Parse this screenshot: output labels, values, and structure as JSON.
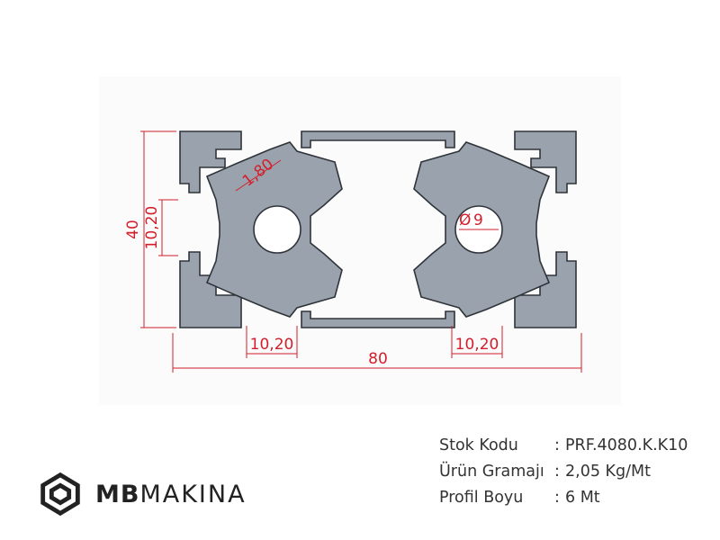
{
  "drawing": {
    "dim_width": "80",
    "dim_height": "40",
    "dim_slot_left": "10,20",
    "dim_slot_bottom_left": "10,20",
    "dim_slot_bottom_right": "10,20",
    "dim_wall": "1,80",
    "dim_hole": "9"
  },
  "specs": [
    {
      "label": "Stok Kodu",
      "sep": ":",
      "value": "PRF.4080.K.K10"
    },
    {
      "label": "Ürün Gramajı",
      "sep": ":",
      "value": "2,05 Kg/Mt"
    },
    {
      "label": "Profil Boyu",
      "sep": ":",
      "value": "6 Mt"
    }
  ],
  "brand": {
    "bold": "MB",
    "light": "MAKINA"
  },
  "colors": {
    "dimension": "#d21f2b",
    "profile_fill": "#9aa3ad"
  }
}
